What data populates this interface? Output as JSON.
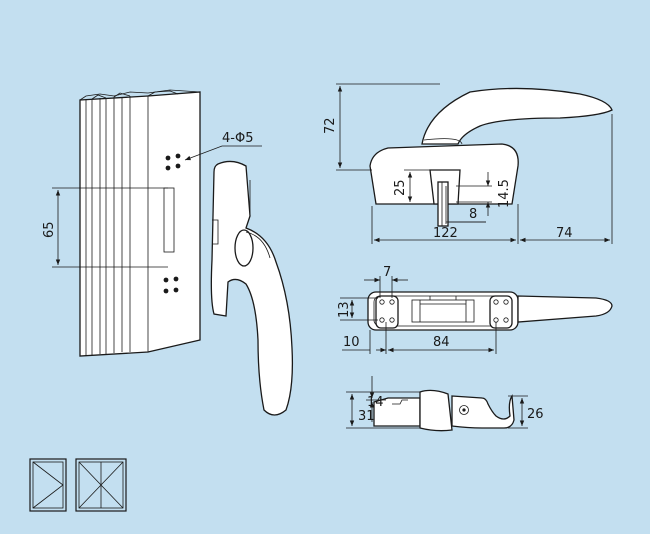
{
  "dimensions": {
    "holes": "4-Φ5",
    "hole_spacing": "65",
    "height": "72",
    "base_height": "25",
    "spindle_height": "14.5",
    "spindle_offset": "8",
    "base_width": "122",
    "lever_length": "74",
    "slot": "7",
    "plate_height": "13",
    "edge_offset": "10",
    "screw_spacing": "84",
    "side_height": "31",
    "side_thickness": "14",
    "lever_thickness": "26"
  }
}
